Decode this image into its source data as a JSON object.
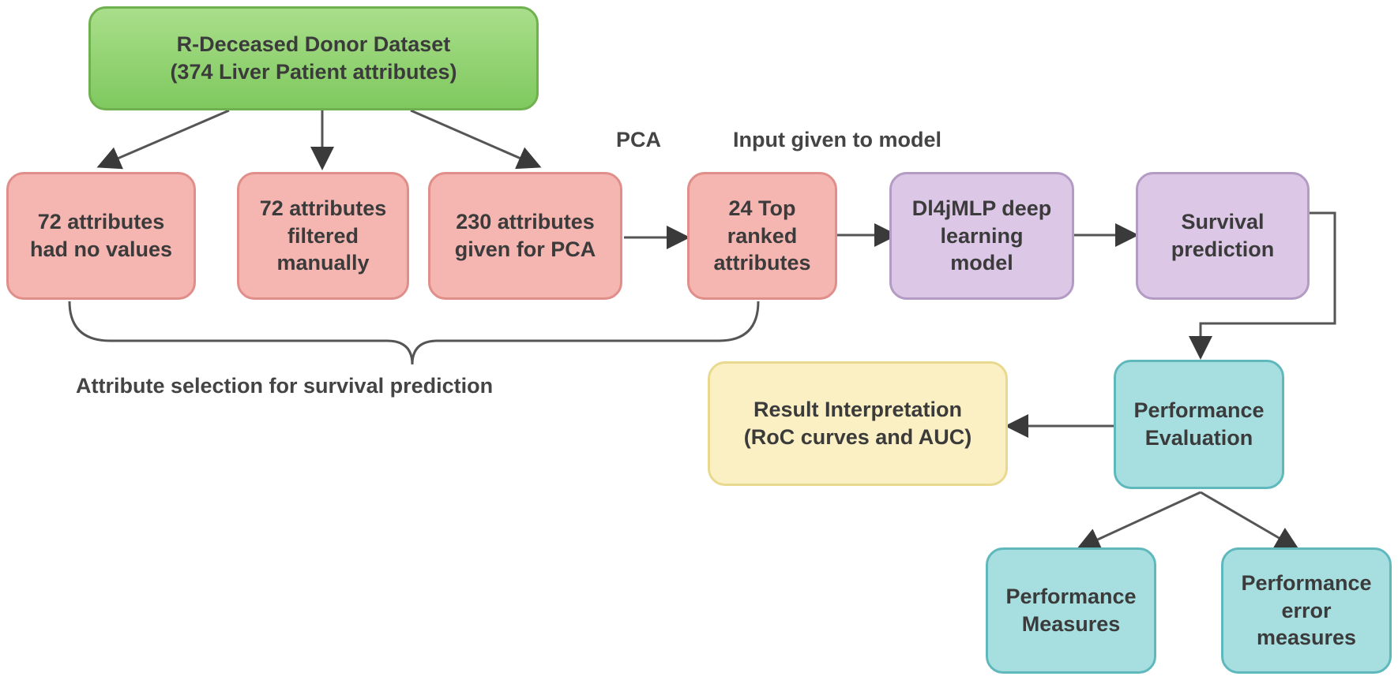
{
  "nodes": {
    "dataset": "R-Deceased Donor Dataset\n(374 Liver Patient attributes)",
    "no_values": "72 attributes\nhad no values",
    "filtered": "72 attributes\nfiltered\nmanually",
    "pca_input": "230 attributes\ngiven for PCA",
    "top_ranked": "24 Top\nranked\nattributes",
    "dl_model": "Dl4jMLP deep\nlearning\nmodel",
    "survival": "Survival\nprediction",
    "perf_eval": "Performance\nEvaluation",
    "result": "Result Interpretation\n(RoC curves and AUC)",
    "perf_measures": "Performance\nMeasures",
    "perf_error": "Performance\nerror\nmeasures"
  },
  "labels": {
    "pca": "PCA",
    "input_given": "Input given to model",
    "attribute_selection": "Attribute selection for survival prediction"
  },
  "colors": {
    "dataset": "#8fd16e",
    "attributes": "#f5b5b1",
    "model": "#dcc8e6",
    "evaluation": "#a7dfe1",
    "result": "#fbf0c3",
    "arrow": "#555555"
  }
}
